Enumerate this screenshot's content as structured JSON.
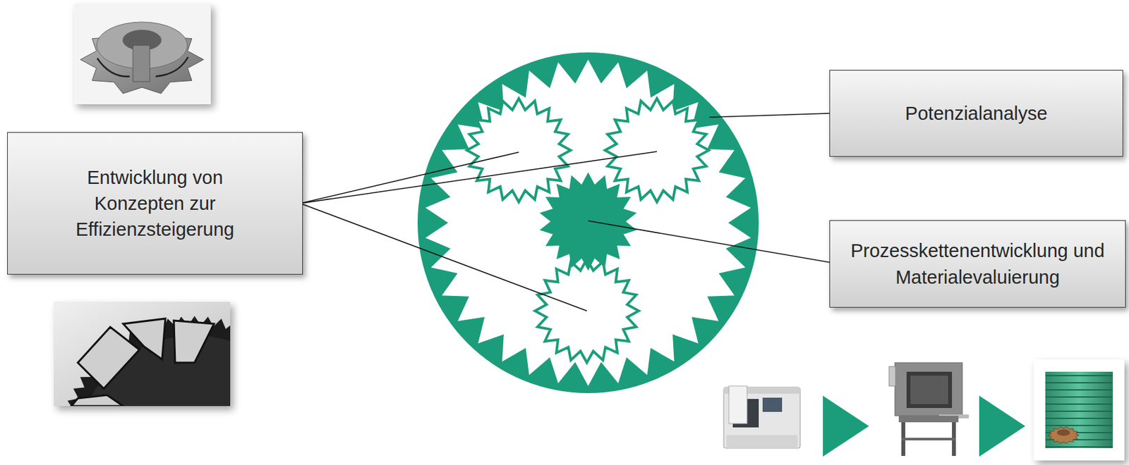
{
  "diagram": {
    "nodes": [
      {
        "text": [
          "Potenzialanalyse"
        ]
      },
      {
        "text": [
          "Entwicklung von Konzepten zur Effizienzsteigerung"
        ]
      },
      {
        "text": [
          "Prozesskettenentwicklung und Materialevaluierung"
        ]
      }
    ]
  }
}
